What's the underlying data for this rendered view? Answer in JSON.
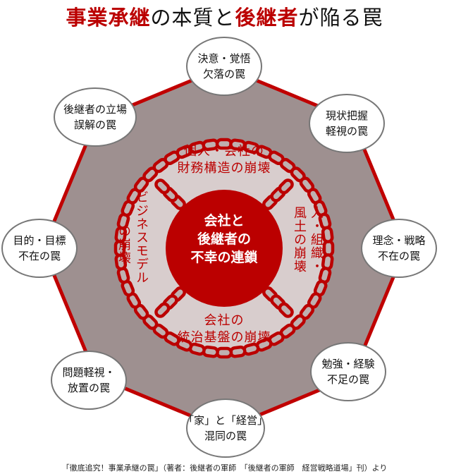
{
  "title": {
    "part1": "事業承継",
    "part2": "の本質と",
    "part3": "後継者",
    "part4": "が陥る罠"
  },
  "center": {
    "lines": [
      "会社と",
      "後継者の",
      "不幸の連鎖"
    ]
  },
  "collapses": {
    "top": [
      "個人・会社の",
      "財務構造の崩壊"
    ],
    "bottom": [
      "会社の",
      "統治基盤の崩壊"
    ],
    "left": [
      "ビジネスモデル",
      "の崩壊"
    ],
    "right": [
      "人・組織・",
      "風土の崩壊"
    ]
  },
  "traps": [
    {
      "id": "top",
      "lines": [
        "決意・覚悟",
        "欠落の罠"
      ]
    },
    {
      "id": "top-right",
      "lines": [
        "現状把握",
        "軽視の罠"
      ]
    },
    {
      "id": "right",
      "lines": [
        "理念・戦略",
        "不在の罠"
      ]
    },
    {
      "id": "bottom-right",
      "lines": [
        "勉強・経験",
        "不足の罠"
      ]
    },
    {
      "id": "bottom",
      "lines": [
        "「家」と「経営」",
        "混同の罠"
      ]
    },
    {
      "id": "bottom-left",
      "lines": [
        "問題軽視・",
        "放置の罠"
      ]
    },
    {
      "id": "left",
      "lines": [
        "目的・目標",
        "不在の罠"
      ]
    },
    {
      "id": "top-left",
      "lines": [
        "後継者の立場",
        "誤解の罠"
      ]
    }
  ],
  "source": "「徹底追究！事業承継の罠」（著者：後継者の軍師　「後継者の軍師　経営戦略道場」刊）より",
  "colors": {
    "red": "#bb0000",
    "octagon": "#9e9090",
    "inner": "#d8cdcd",
    "border": "#c00000"
  }
}
